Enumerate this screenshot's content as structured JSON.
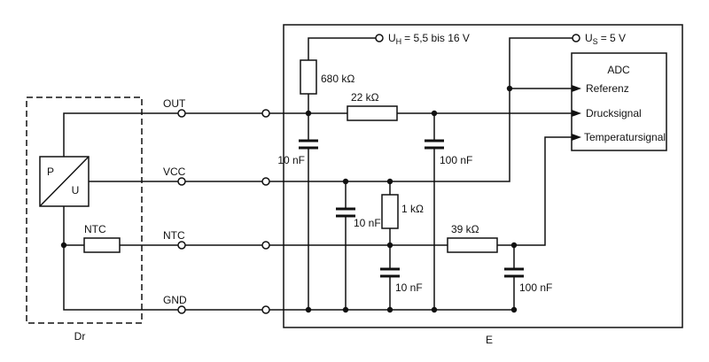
{
  "diagram": {
    "sensor": {
      "label": "Dr",
      "converter_p": "P",
      "converter_u": "U",
      "ntc": "NTC"
    },
    "signals": {
      "out": "OUT",
      "vcc": "VCC",
      "ntc": "NTC",
      "gnd": "GND"
    },
    "evaluation": {
      "label": "E"
    },
    "supplies": {
      "uh": {
        "base": "U",
        "sub": "H",
        "value": "= 5,5 bis 16 V"
      },
      "us": {
        "base": "U",
        "sub": "S",
        "value": "= 5 V"
      }
    },
    "components": {
      "r680": "680 kΩ",
      "r22": "22 kΩ",
      "r1": "1 kΩ",
      "r39": "39 kΩ",
      "c10_out": "10 nF",
      "c100_out": "100 nF",
      "c10_vcc": "10 nF",
      "c10_ntc": "10 nF",
      "c100_ntc": "100 nF"
    },
    "adc": {
      "title": "ADC",
      "inputs": [
        "Referenz",
        "Drucksignal",
        "Temperatursignal"
      ]
    },
    "colors": {
      "line": "#111111",
      "background": "#ffffff"
    }
  }
}
